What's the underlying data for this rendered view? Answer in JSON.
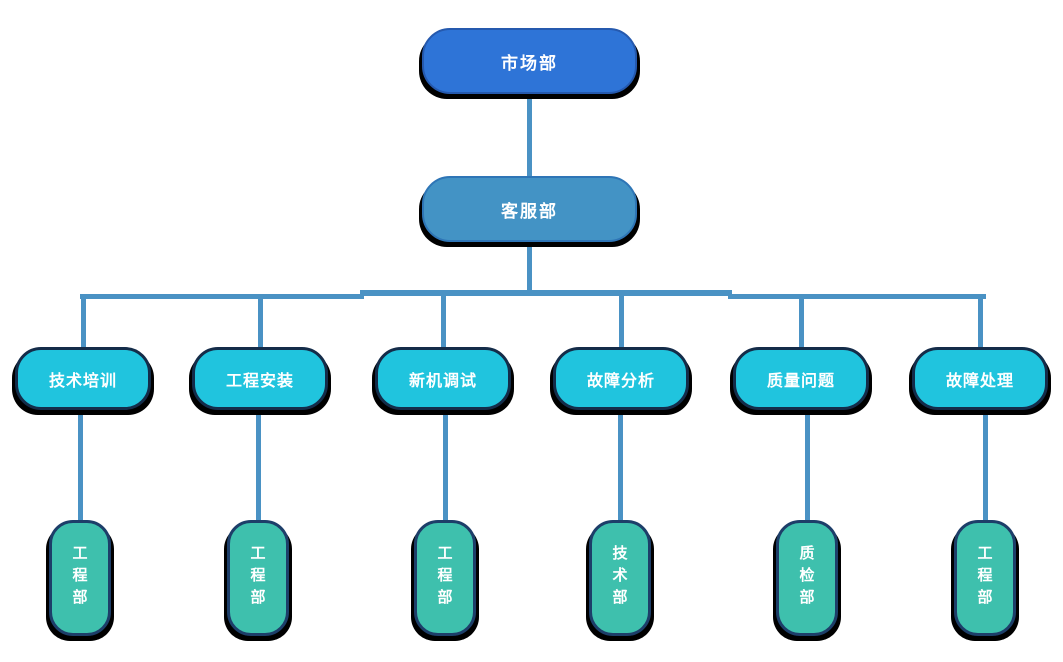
{
  "colors": {
    "level1_fill": "#2e74d7",
    "level1_border": "#2559ae",
    "level2_fill": "#4393c5",
    "level2_border": "#2e75b6",
    "level3_fill": "#20c4de",
    "level3_border": "#142c49",
    "level4_fill": "#3ec0ad",
    "level4_border": "#1d3e69",
    "connector": "#4a92c4",
    "shadow": "#000000",
    "node_text": "#ffffff"
  },
  "org_chart": {
    "root": {
      "label": "市场部"
    },
    "level2": {
      "label": "客服部"
    },
    "branches": [
      {
        "label": "技术培训",
        "child": {
          "label": "工程部"
        }
      },
      {
        "label": "工程安装",
        "child": {
          "label": "工程部"
        }
      },
      {
        "label": "新机调试",
        "child": {
          "label": "工程部"
        }
      },
      {
        "label": "故障分析",
        "child": {
          "label": "技术部"
        }
      },
      {
        "label": "质量问题",
        "child": {
          "label": "质检部"
        }
      },
      {
        "label": "故障处理",
        "child": {
          "label": "工程部"
        }
      }
    ]
  }
}
